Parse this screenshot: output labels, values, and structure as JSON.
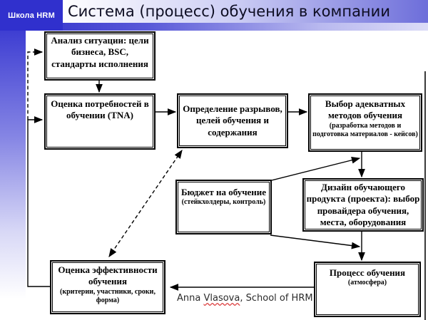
{
  "header": {
    "logo": "Школа HRM",
    "title": "Система (процесс) обучения в компании"
  },
  "colors": {
    "brand_blue": "#3030cd",
    "header_gradient_end": "#6d6eda",
    "box_border": "#000000",
    "spellcheck_underline": "#dd4444"
  },
  "diagram": {
    "boxes": {
      "analysis": {
        "title": "Анализ ситуации: цели бизнеса, BSC, стандарты исполнения"
      },
      "tna": {
        "title": "Оценка потребностей в обучении (TNA)"
      },
      "gaps": {
        "title": "Определение разрывов, целей обучения и содержания"
      },
      "methods": {
        "title": "Выбор адекватных методов обучения",
        "subtitle": "(разработка  методов и подготовка материалов - кейсов)"
      },
      "budget": {
        "title": "Бюджет на обучение",
        "subtitle": "(стейкхолдеры, контроль)"
      },
      "design": {
        "title": "Дизайн обучающего продукта (проекта): выбор провайдера обучения, места, оборудования"
      },
      "evaluation": {
        "title": "Оценка эффективности обучения",
        "subtitle": "(критерии, участники, сроки, форма)"
      },
      "process": {
        "title": "Процесс обучения",
        "subtitle": "(атмосфера)"
      }
    }
  },
  "footer": {
    "pre": "Anna ",
    "misspelled": "Vlasova",
    "post": ", School of HRM"
  }
}
